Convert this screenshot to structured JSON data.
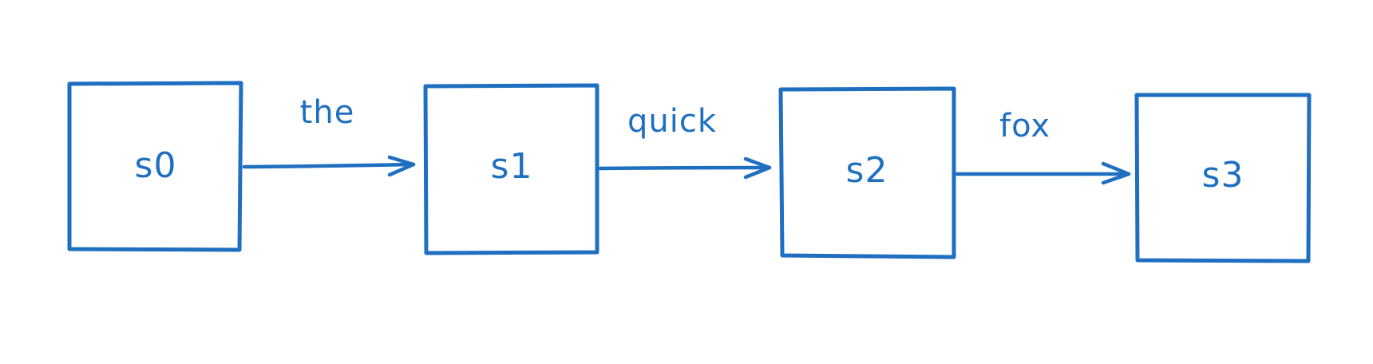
{
  "diagram": {
    "nodes": [
      {
        "id": "s0",
        "label": "s0"
      },
      {
        "id": "s1",
        "label": "s1"
      },
      {
        "id": "s2",
        "label": "s2"
      },
      {
        "id": "s3",
        "label": "s3"
      }
    ],
    "edges": [
      {
        "from": "s0",
        "to": "s1",
        "label": "the"
      },
      {
        "from": "s1",
        "to": "s2",
        "label": "quick"
      },
      {
        "from": "s2",
        "to": "s3",
        "label": "fox"
      }
    ],
    "stroke_color": "#1f6fc1",
    "background_color": "#ffffff"
  }
}
